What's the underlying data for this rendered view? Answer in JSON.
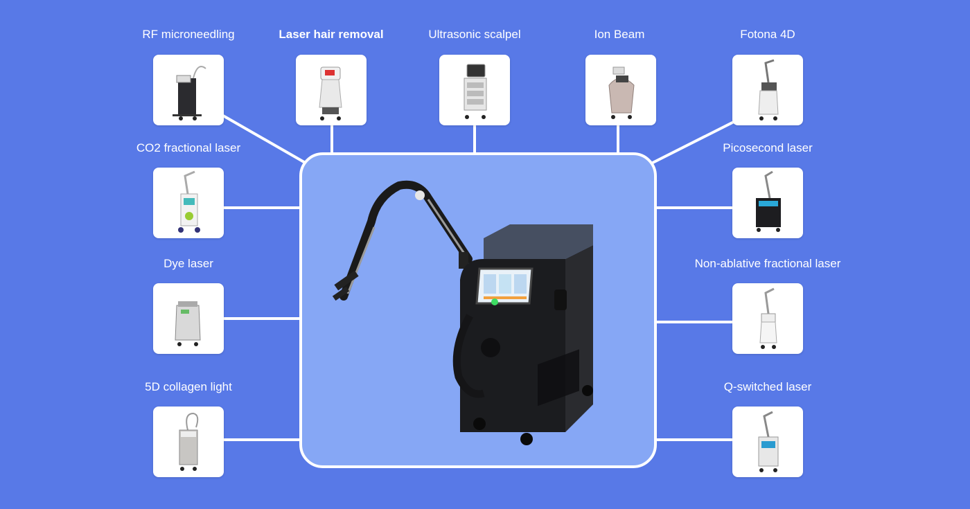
{
  "colors": {
    "background": "#5879e7",
    "panel": "#86a7f5",
    "line": "#ffffff",
    "tile": "#ffffff",
    "text": "#ffffff"
  },
  "center": {
    "icon": "black-diode-laser-machine-icon"
  },
  "devices": [
    {
      "id": "rf",
      "label": "RF microneedling",
      "icon": "rf-microneedling-machine-icon"
    },
    {
      "id": "hair",
      "label": "Laser hair removal",
      "icon": "hair-removal-machine-icon"
    },
    {
      "id": "ultra",
      "label": "Ultrasonic scalpel",
      "icon": "ultrasonic-scalpel-machine-icon"
    },
    {
      "id": "ion",
      "label": "Ion Beam",
      "icon": "ion-beam-machine-icon"
    },
    {
      "id": "fotona",
      "label": "Fotona 4D",
      "icon": "fotona-4d-machine-icon"
    },
    {
      "id": "co2",
      "label": "CO2 fractional laser",
      "icon": "co2-laser-machine-icon"
    },
    {
      "id": "pico",
      "label": "Picosecond laser",
      "icon": "picosecond-laser-machine-icon"
    },
    {
      "id": "dye",
      "label": "Dye laser",
      "icon": "dye-laser-machine-icon"
    },
    {
      "id": "nonab",
      "label": "Non-ablative fractional laser",
      "icon": "non-ablative-laser-machine-icon"
    },
    {
      "id": "collagen",
      "label": "5D collagen light",
      "icon": "collagen-light-machine-icon"
    },
    {
      "id": "qsw",
      "label": "Q-switched laser",
      "icon": "q-switched-laser-machine-icon"
    }
  ]
}
